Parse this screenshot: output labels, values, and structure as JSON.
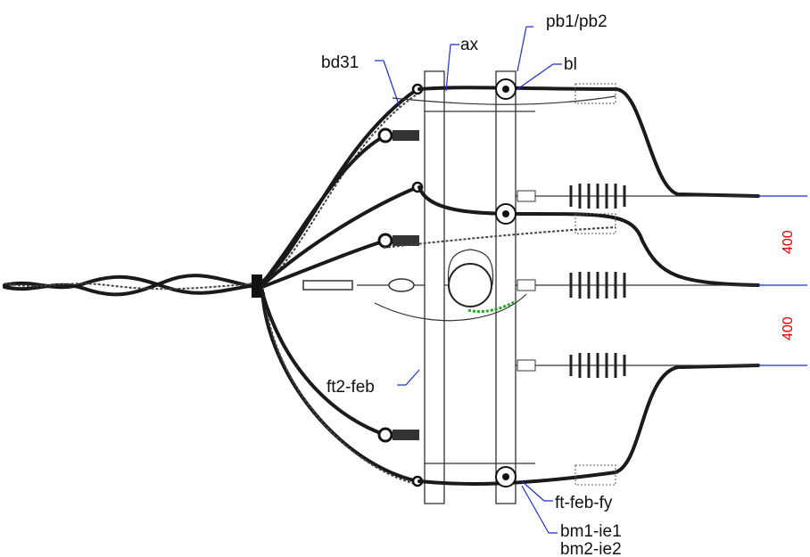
{
  "labels": {
    "pb": "pb1/pb2",
    "bd31": "bd31",
    "ax": "ax",
    "bl": "bl",
    "ft2feb": "ft2-feb",
    "ftfebfy": "ft-feb-fy",
    "bm1": "bm1-ie1",
    "bm2": "bm2-ie2"
  },
  "dimensions": {
    "upper": "400",
    "lower": "400"
  },
  "colors": {
    "leader": "#1a2fd0",
    "dimension": "#e00000",
    "ground_wire": "#22aa22"
  }
}
